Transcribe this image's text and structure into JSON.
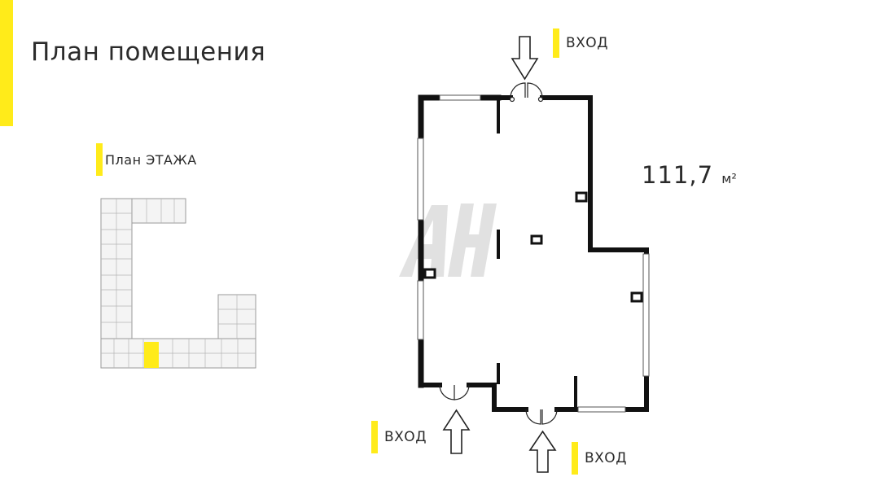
{
  "page": {
    "title": "План помещения",
    "floor_plan_label": "План ЭТАЖА",
    "area_value": "111,7",
    "area_unit": "м²",
    "entrances": [
      "ВХОД",
      "ВХОД",
      "ВХОД"
    ],
    "watermark": "АН"
  },
  "colors": {
    "accent": "#ffeb1a",
    "walls": "#111111",
    "text": "#2b2b2b"
  }
}
